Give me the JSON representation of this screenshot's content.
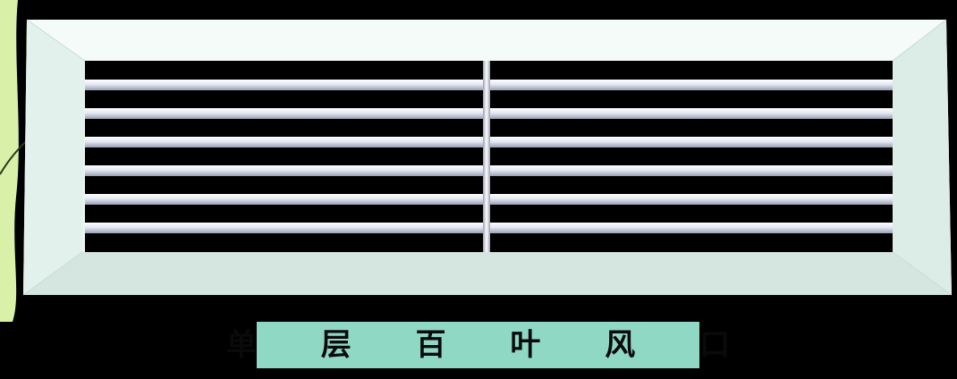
{
  "scene": {
    "description_label": "",
    "colors": {
      "background": "#000000",
      "frame": "#eaf6f2",
      "frame_shadow": "#cfe3dc",
      "opening": "#000000",
      "blade": "#e4e8f2",
      "blade_highlight": "#ffffff",
      "blade_shadow": "#9aa0b4",
      "caption_bg": "#8fd8c4",
      "caption_text": "#0a0a0a",
      "accent_leaf": "#d8f0a8"
    },
    "blade_count": 6,
    "mullion_count": 1
  },
  "caption": {
    "text": "单 层 百 叶 风 口"
  }
}
